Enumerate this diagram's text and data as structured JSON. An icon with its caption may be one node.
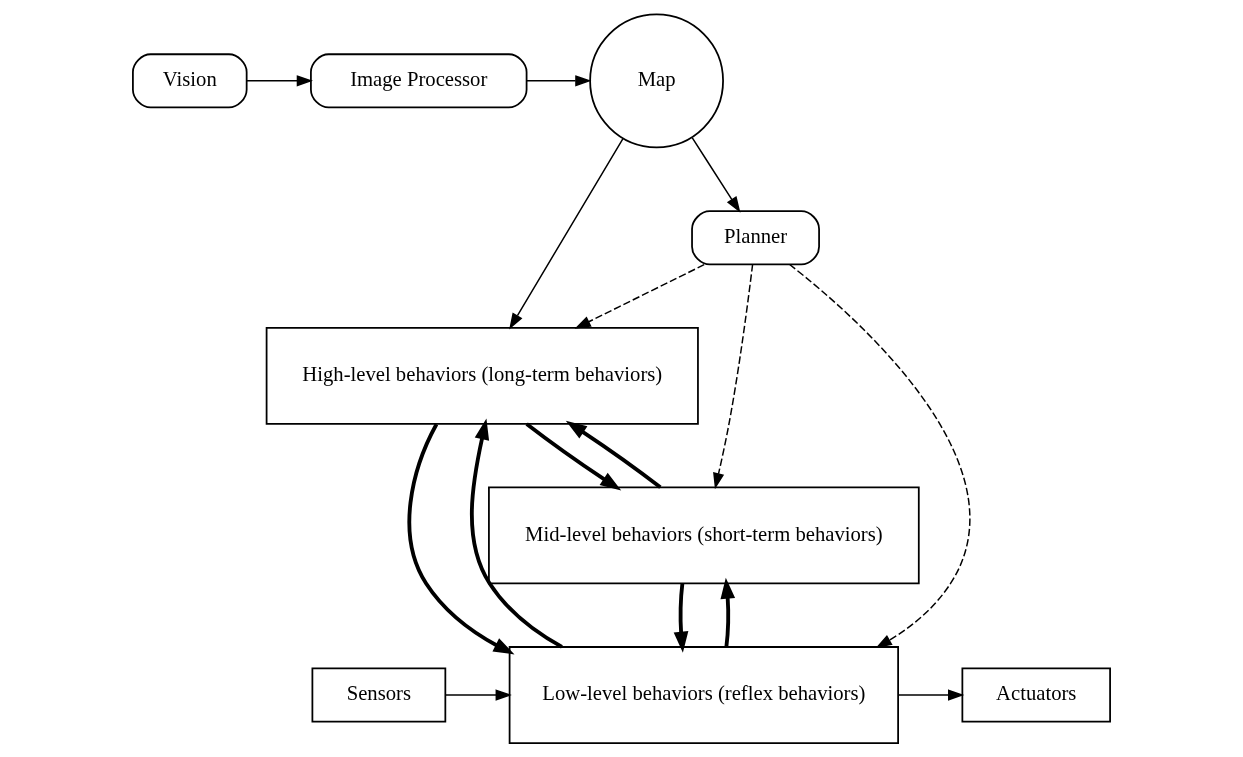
{
  "diagram": {
    "nodes": [
      {
        "text": [
          "Map"
        ]
      },
      {
        "text": [
          "Image Processor"
        ]
      },
      {
        "text": [
          "Vision"
        ]
      },
      {
        "text": [
          "Planner"
        ]
      },
      {
        "text": [
          "High-level behaviors (long-term behaviors)"
        ]
      },
      {
        "text": [
          "Mid-level behaviors (short-term behaviors)"
        ]
      },
      {
        "text": [
          "Sensors"
        ]
      },
      {
        "text": [
          "Low-level behaviors (reflex behaviors)"
        ]
      },
      {
        "text": [
          "Actuators"
        ]
      }
    ],
    "edges": [
      {
        "from": 2,
        "to": 1,
        "arrow": "to"
      },
      {
        "from": 1,
        "to": 0,
        "arrow": "to"
      },
      {
        "from": 0,
        "to": 3,
        "arrow": "to"
      },
      {
        "from": 0,
        "to": 4,
        "arrow": "to"
      },
      {
        "from": 3,
        "to": 4,
        "arrow": "to",
        "style": "dashed"
      },
      {
        "from": 3,
        "to": 5,
        "arrow": "to",
        "style": "dashed"
      },
      {
        "from": 3,
        "to": 7,
        "arrow": "to",
        "style": "dashed"
      },
      {
        "from": 5,
        "to": 4,
        "arrow": "to",
        "style": "thick"
      },
      {
        "from": 4,
        "to": 5,
        "arrow": "to",
        "style": "thick"
      },
      {
        "from": 7,
        "to": 5,
        "arrow": "to",
        "style": "thick"
      },
      {
        "from": 5,
        "to": 7,
        "arrow": "to",
        "style": "thick"
      },
      {
        "from": 7,
        "to": 4,
        "arrow": "to",
        "style": "thick"
      },
      {
        "from": 4,
        "to": 7,
        "arrow": "to",
        "style": "thick"
      },
      {
        "from": 6,
        "to": 7,
        "arrow": "to"
      },
      {
        "from": 7,
        "to": 8,
        "arrow": "to"
      }
    ]
  }
}
